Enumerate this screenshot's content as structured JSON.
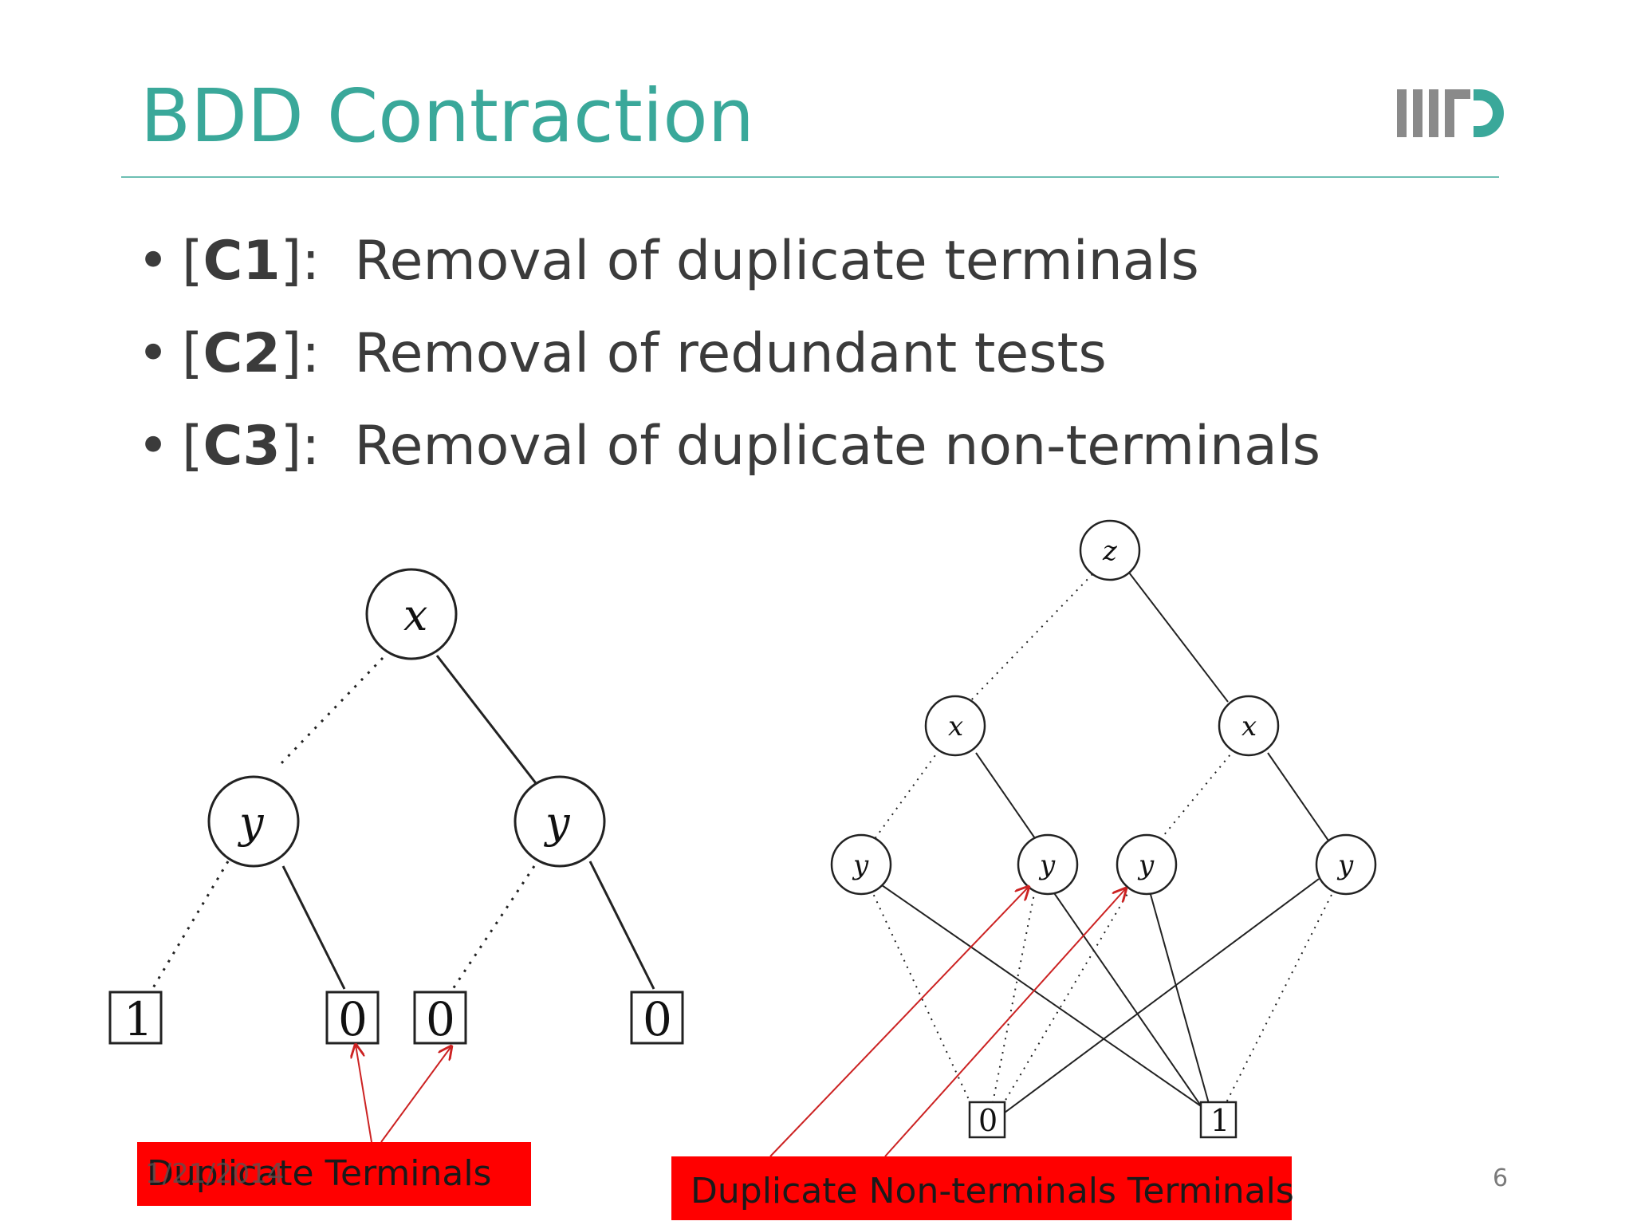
{
  "slide": {
    "title": "BDD Contraction",
    "page_number": "6",
    "date": "1/21/2014"
  },
  "bullets": [
    {
      "bullet": "•",
      "open": "[",
      "code": "C1",
      "close": "]:",
      "text": "Removal of duplicate terminals"
    },
    {
      "bullet": "•",
      "open": "[",
      "code": "C2",
      "close": "]:",
      "text": "Removal of redundant tests"
    },
    {
      "bullet": "•",
      "open": "[",
      "code": "C3",
      "close": "]:",
      "text": "Removal of duplicate non-terminals"
    }
  ],
  "left_diagram": {
    "nodes": {
      "root": "x",
      "left": "y",
      "right": "y"
    },
    "terminals": [
      "1",
      "0",
      "0",
      "0"
    ]
  },
  "right_diagram": {
    "nodes": {
      "root": "z",
      "x_left": "x",
      "x_right": "x",
      "y1": "y",
      "y2": "y",
      "y3": "y",
      "y4": "y"
    },
    "terminals": [
      "0",
      "1"
    ]
  },
  "labels": {
    "duplicate_terminals": "Duplicate Terminals",
    "duplicate_nonterminals": "Duplicate Non-terminals Terminals"
  },
  "colors": {
    "title": "#3aa89a",
    "rule": "#6dbfb3",
    "label_bg": "#ff0000",
    "arrow": "#cc2222"
  },
  "logo_name": "IIITD-logo"
}
